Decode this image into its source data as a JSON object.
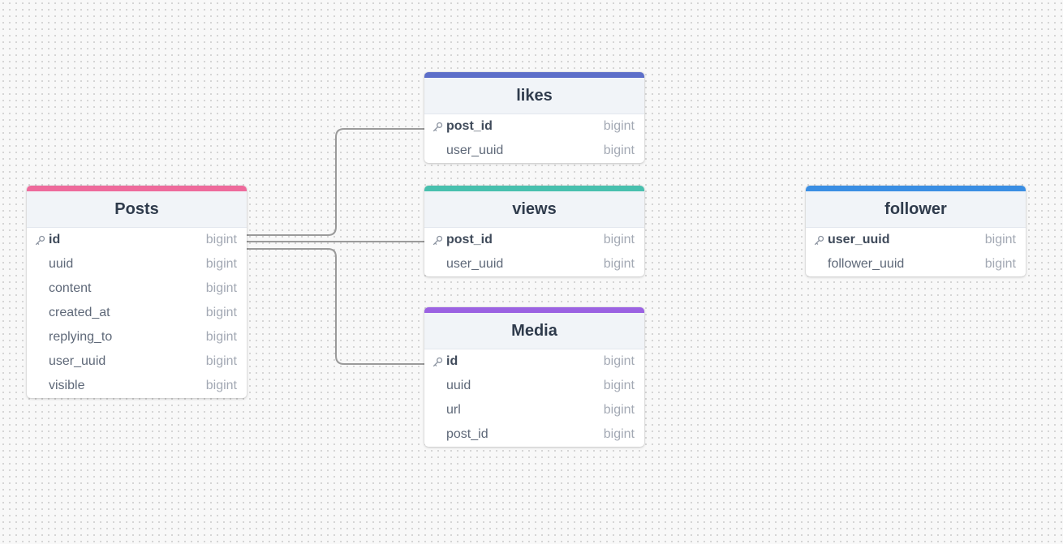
{
  "colors": {
    "posts": "#ee6a9b",
    "likes": "#5d6fc9",
    "views": "#48c0ae",
    "media": "#9b62e2",
    "follower": "#3a8ee3",
    "connector": "#9a9a9a"
  },
  "tables": {
    "posts": {
      "name": "Posts",
      "rows": [
        {
          "name": "id",
          "type": "bigint",
          "pk": true
        },
        {
          "name": "uuid",
          "type": "bigint"
        },
        {
          "name": "content",
          "type": "bigint"
        },
        {
          "name": "created_at",
          "type": "bigint"
        },
        {
          "name": "replying_to",
          "type": "bigint"
        },
        {
          "name": "user_uuid",
          "type": "bigint"
        },
        {
          "name": "visible",
          "type": "bigint"
        }
      ]
    },
    "likes": {
      "name": "likes",
      "rows": [
        {
          "name": "post_id",
          "type": "bigint",
          "pk": true
        },
        {
          "name": "user_uuid",
          "type": "bigint"
        }
      ]
    },
    "views": {
      "name": "views",
      "rows": [
        {
          "name": "post_id",
          "type": "bigint",
          "pk": true
        },
        {
          "name": "user_uuid",
          "type": "bigint"
        }
      ]
    },
    "media": {
      "name": "Media",
      "rows": [
        {
          "name": "id",
          "type": "bigint",
          "pk": true
        },
        {
          "name": "uuid",
          "type": "bigint"
        },
        {
          "name": "url",
          "type": "bigint"
        },
        {
          "name": "post_id",
          "type": "bigint"
        }
      ]
    },
    "follower": {
      "name": "follower",
      "rows": [
        {
          "name": "user_uuid",
          "type": "bigint",
          "pk": true
        },
        {
          "name": "follower_uuid",
          "type": "bigint"
        }
      ]
    }
  },
  "relations": [
    {
      "from": "Posts.id",
      "to": "likes.post_id"
    },
    {
      "from": "Posts.id",
      "to": "views.post_id"
    },
    {
      "from": "Posts.id",
      "to": "Media.id"
    }
  ]
}
